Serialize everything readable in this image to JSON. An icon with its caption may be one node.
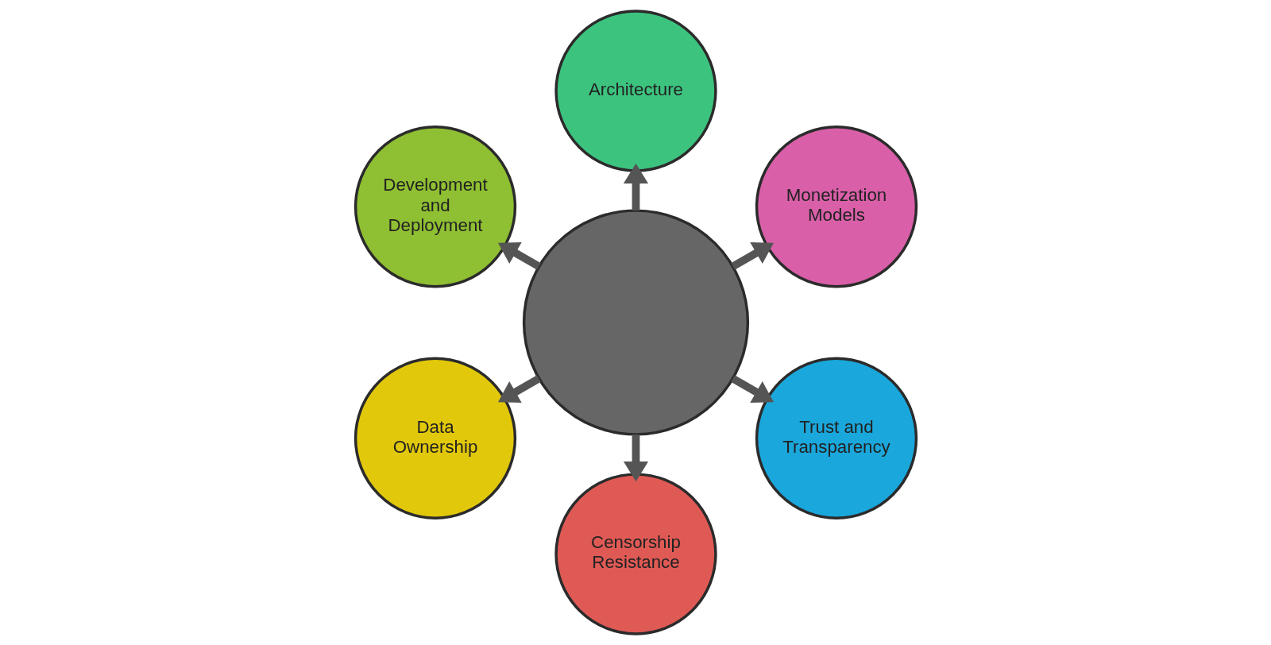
{
  "diagram": {
    "nodes": [
      {
        "text": [],
        "shape": "circle"
      },
      {
        "text": [
          "Monetization Models"
        ]
      },
      {
        "text": [
          "Architecture"
        ]
      },
      {
        "text": [
          "Development and Deployment"
        ]
      },
      {
        "text": [
          "Data Ownership"
        ]
      },
      {
        "text": [
          "Censorship Resistance"
        ]
      },
      {
        "text": [
          "Trust and Transparency"
        ]
      }
    ],
    "edges": [
      {
        "from": 0,
        "to": 1,
        "arrow": "to"
      },
      {
        "from": 0,
        "to": 2,
        "arrow": "to"
      },
      {
        "from": 0,
        "to": 3,
        "arrow": "to"
      },
      {
        "from": 0,
        "to": 4,
        "arrow": "to"
      },
      {
        "from": 0,
        "to": 5,
        "arrow": "to"
      },
      {
        "from": 0,
        "to": 6,
        "arrow": "to"
      }
    ]
  }
}
